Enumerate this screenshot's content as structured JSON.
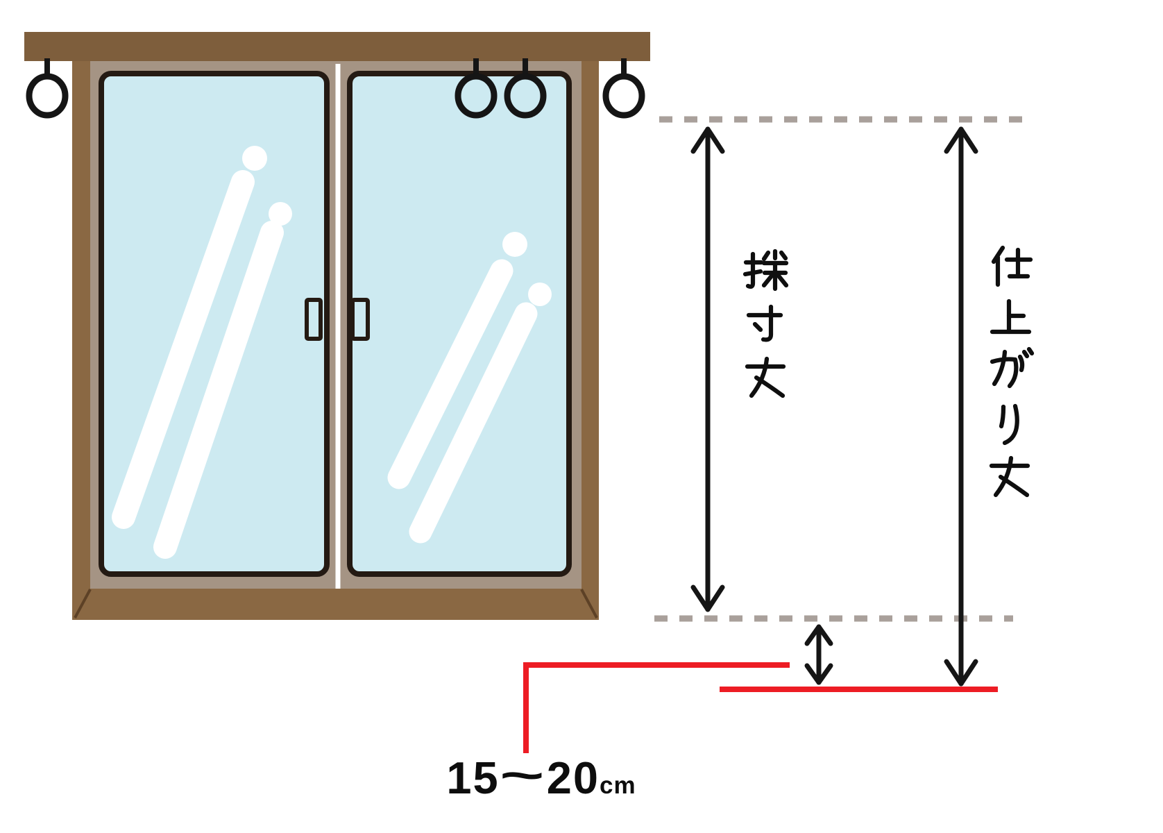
{
  "labels": {
    "measuring_length": "採寸丈",
    "finished_length": "仕上がり丈",
    "hem_allowance": {
      "full": "15～20cm",
      "start": "15",
      "tilde": "~",
      "end": "20",
      "unit": "cm"
    }
  },
  "colors": {
    "frame-brown": "#8a6843",
    "rail-brown": "#7e5e3c",
    "frame-tan": "#a59484",
    "glass-blue": "#cdeaf1",
    "outline-dark": "#241a13",
    "dashed-gray": "#a9a09b",
    "accent-red": "#ed1c24",
    "ink-black": "#151515"
  },
  "diagram": {
    "window_pane_count": 2,
    "curtain_ring_count": 4,
    "guide_lines": 2,
    "measure_arrows": 3
  }
}
